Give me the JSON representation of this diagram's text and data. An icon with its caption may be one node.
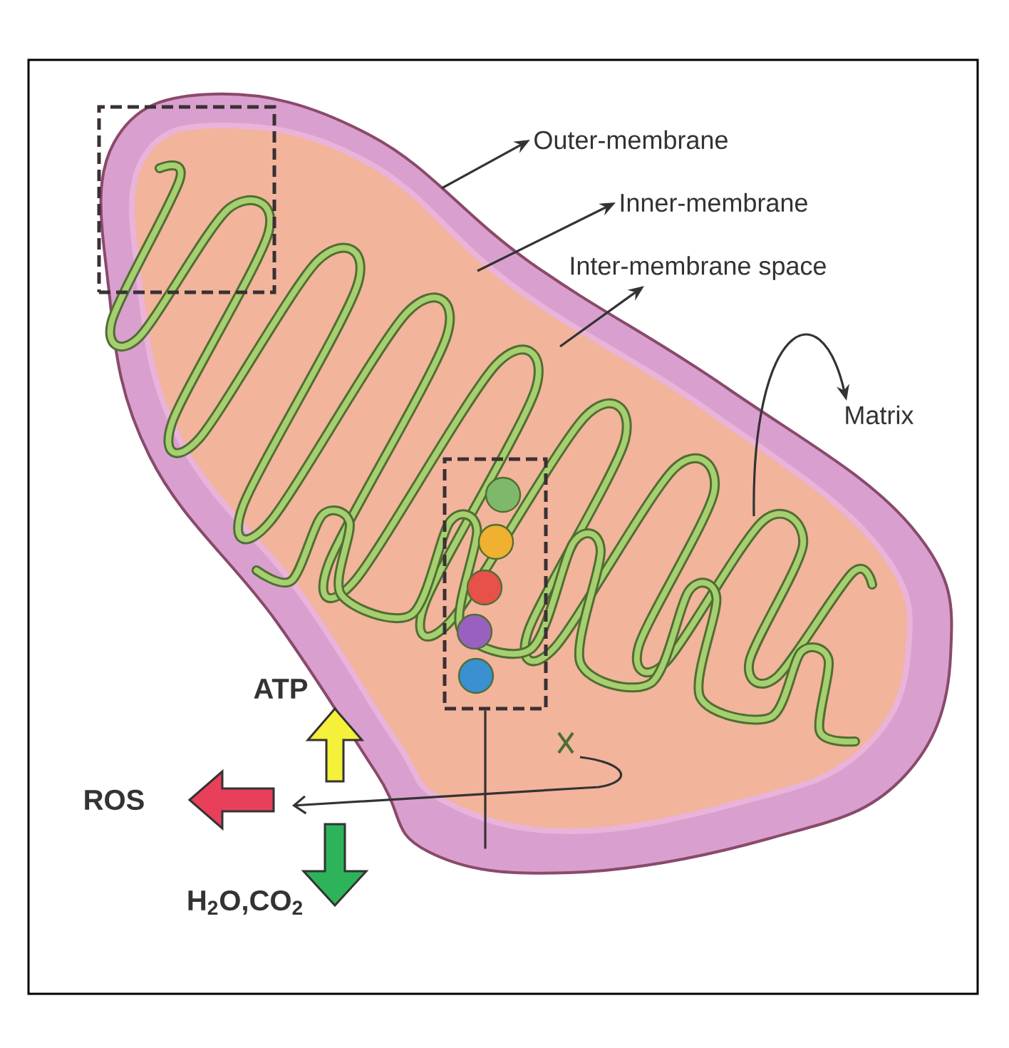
{
  "diagram": {
    "nodes": [
      {
        "text": [
          "Outer-membrane"
        ]
      },
      {
        "text": [
          "Inner-membrane"
        ]
      },
      {
        "text": [
          "Inter-membrane space"
        ]
      },
      {
        "text": [
          "Matrix"
        ]
      },
      {
        "text": [
          "ATP"
        ]
      },
      {
        "text": [
          "ROS"
        ]
      },
      {
        "text": [
          "H$_{2}$O,CO$_{2}$"
        ]
      },
      {
        "text": [],
        "shape": "box"
      },
      {
        "text": [],
        "shape": "box"
      }
    ],
    "edges": [
      {
        "from": null,
        "to": 0,
        "arrow": "to"
      },
      {
        "from": null,
        "to": 1,
        "arrow": "to"
      },
      {
        "from": null,
        "to": 2,
        "arrow": "to"
      },
      {
        "from": null,
        "to": 3,
        "arrow": "to"
      },
      {
        "from": 7,
        "to": null,
        "arrow": "none"
      }
    ]
  }
}
